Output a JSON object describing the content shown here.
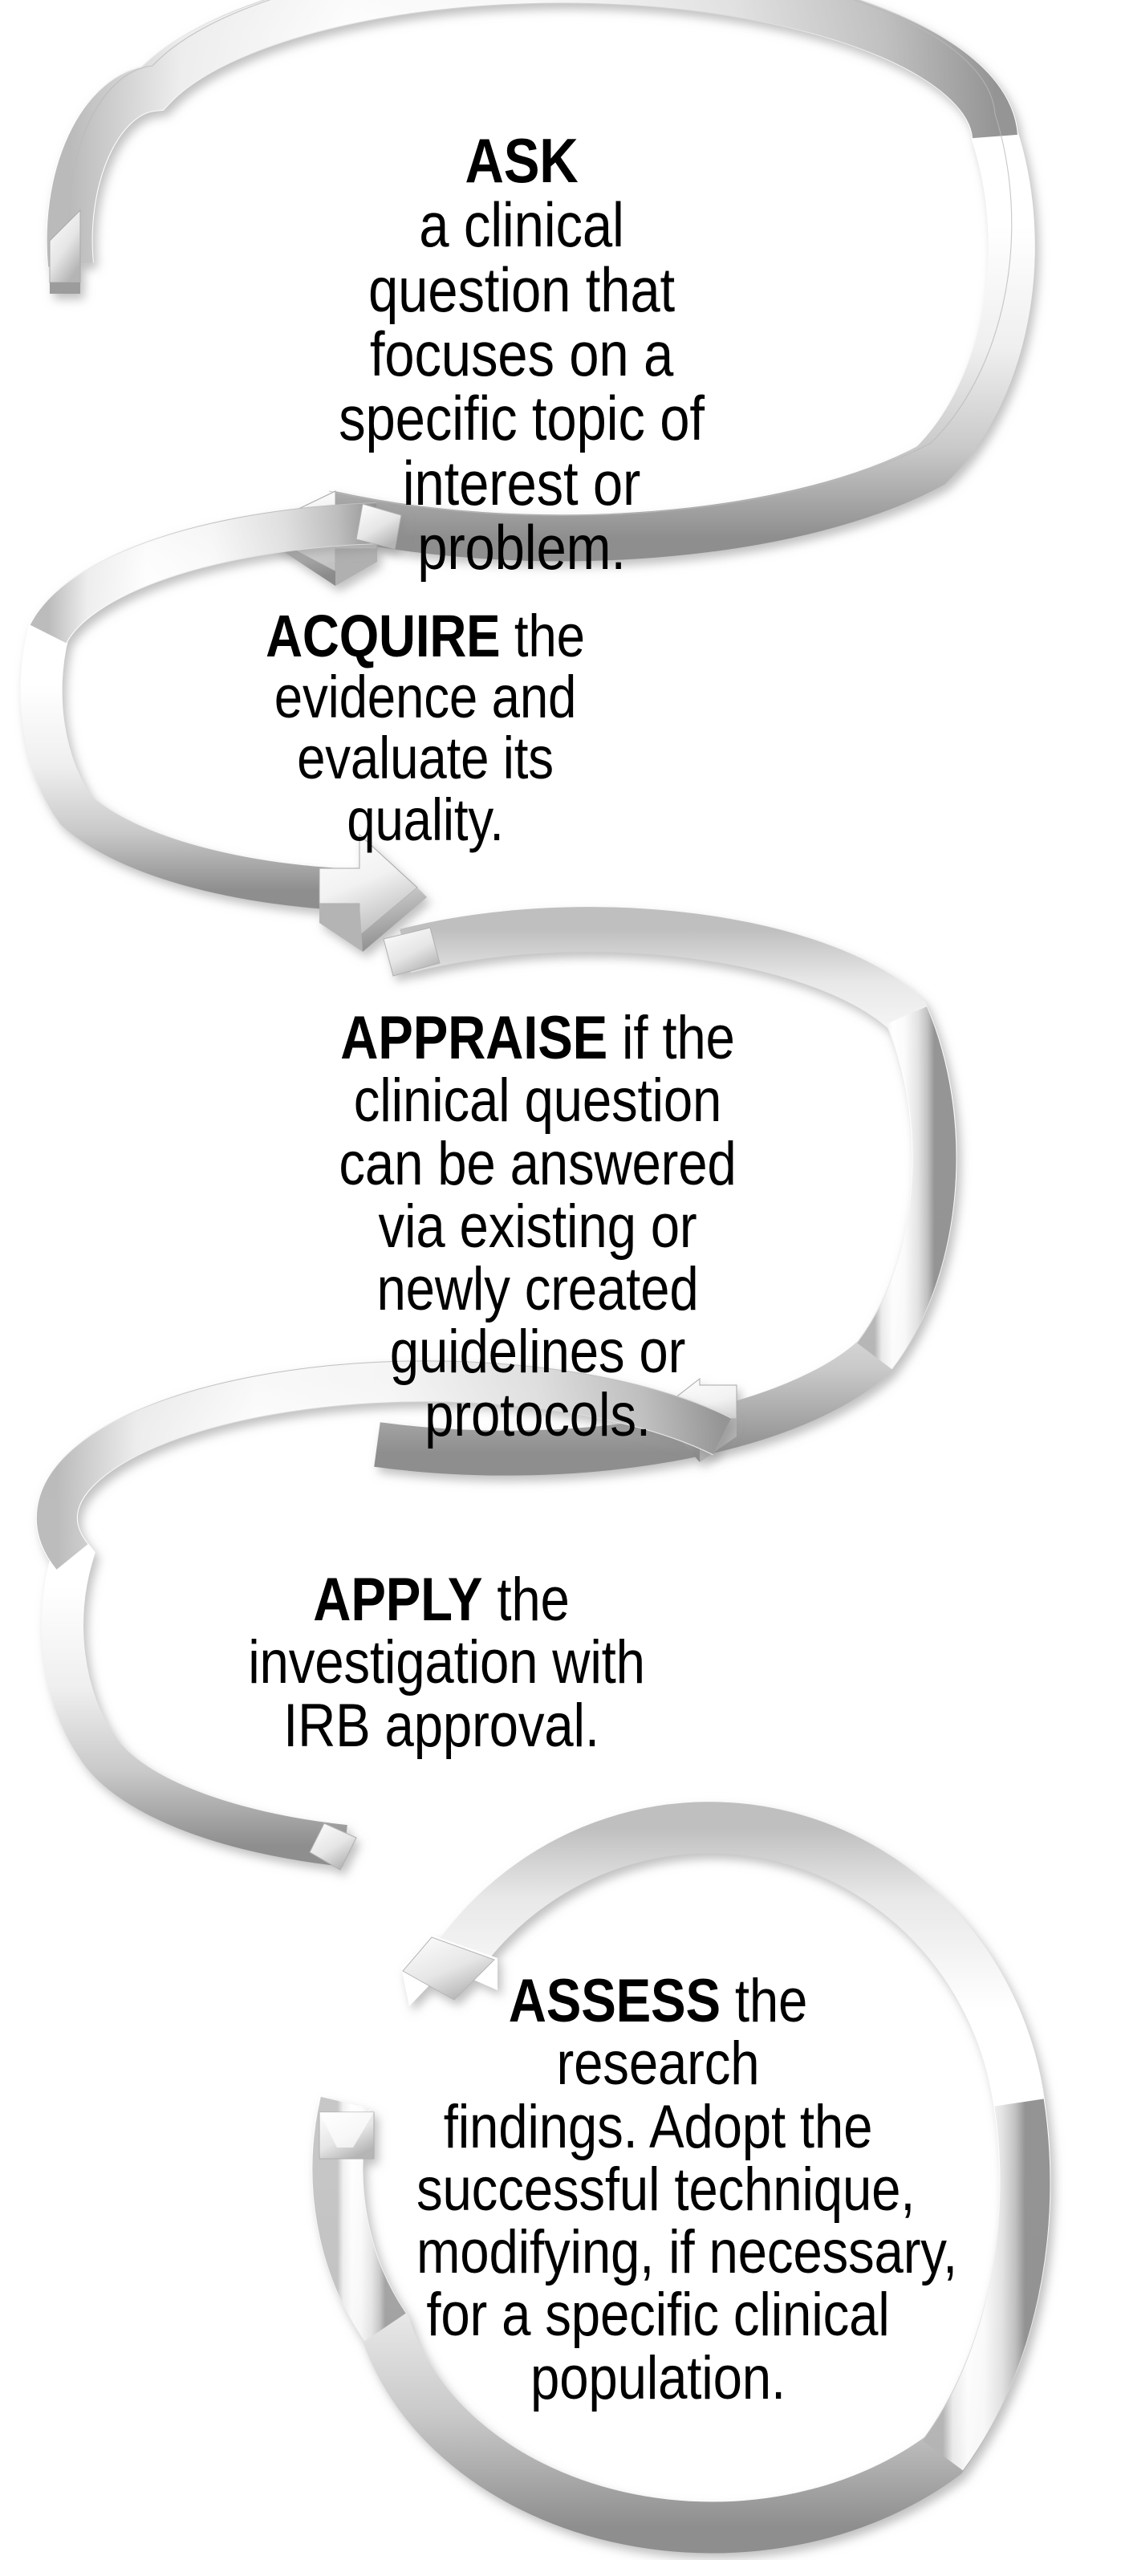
{
  "diagram": {
    "title": "Evidence-Based Practice Spiral",
    "type": "process-spiral",
    "background_color": "#ffffff",
    "text_color": "#000000",
    "ring_fill_light": "#ffffff",
    "ring_fill_shadow": "#9a9a9a",
    "steps": [
      {
        "id": "ask",
        "lead": "ASK",
        "lines": [
          "a clinical",
          "question that",
          "focuses on a",
          "specific topic of",
          "interest or",
          "problem."
        ],
        "full_text": "ASK a clinical question that focuses on a specific topic of interest or problem."
      },
      {
        "id": "acquire",
        "lead": "ACQUIRE",
        "lines": [
          "the",
          "evidence and",
          "evaluate its",
          "quality."
        ],
        "full_text": "ACQUIRE the evidence and evaluate its quality."
      },
      {
        "id": "appraise",
        "lead": "APPRAISE",
        "lines": [
          "if the",
          "clinical question",
          "can be answered",
          "via existing or",
          "newly created",
          "guidelines or",
          "protocols."
        ],
        "full_text": "APPRAISE if the clinical question can be answered via existing or newly created guidelines or protocols."
      },
      {
        "id": "apply",
        "lead": "APPLY",
        "lines": [
          "the",
          "investigation with",
          "IRB approval."
        ],
        "full_text": "APPLY the investigation with IRB approval."
      },
      {
        "id": "assess",
        "lead": "ASSESS",
        "lines": [
          "the research",
          "findings. Adopt the",
          "successful technique,",
          "modifying, if necessary,",
          "for a specific clinical",
          "population."
        ],
        "full_text": "ASSESS the research findings. Adopt the successful technique, modifying, if necessary, for a specific clinical population."
      }
    ]
  }
}
